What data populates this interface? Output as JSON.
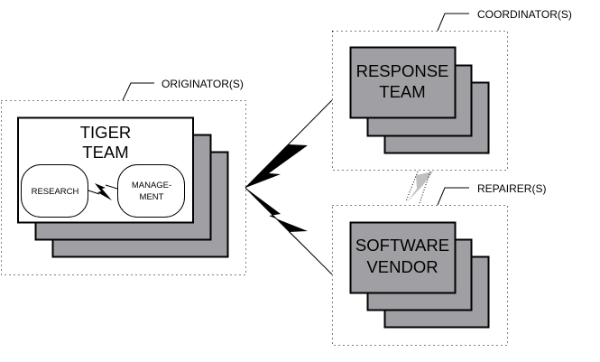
{
  "title": "Incident response roles diagram",
  "colors": {
    "card_fill": "#a0a0a4",
    "front_white": "#ffffff",
    "outline": "#000000",
    "bolt_black": "#000000",
    "bolt_gray": "#c0c0c0"
  },
  "groups": {
    "originator": {
      "label": "ORIGINATOR(S)",
      "card_title_line1": "TIGER",
      "card_title_line2": "TEAM",
      "sub_units": [
        {
          "label_line1": "RESEARCH",
          "label_line2": ""
        },
        {
          "label_line1": "MANAGE-",
          "label_line2": "MENT"
        }
      ]
    },
    "coordinator": {
      "label": "COORDINATOR(S)",
      "card_title_line1": "RESPONSE",
      "card_title_line2": "TEAM"
    },
    "repairer": {
      "label": "REPAIRER(S)",
      "card_title_line1": "SOFTWARE",
      "card_title_line2": "VENDOR"
    }
  },
  "connections": [
    {
      "from": "originator",
      "to": "coordinator",
      "style": "lightning-black"
    },
    {
      "from": "originator",
      "to": "repairer",
      "style": "lightning-black"
    },
    {
      "from": "coordinator",
      "to": "repairer",
      "style": "lightning-gray"
    },
    {
      "from": "research",
      "to": "management",
      "style": "lightning-black-small"
    }
  ]
}
